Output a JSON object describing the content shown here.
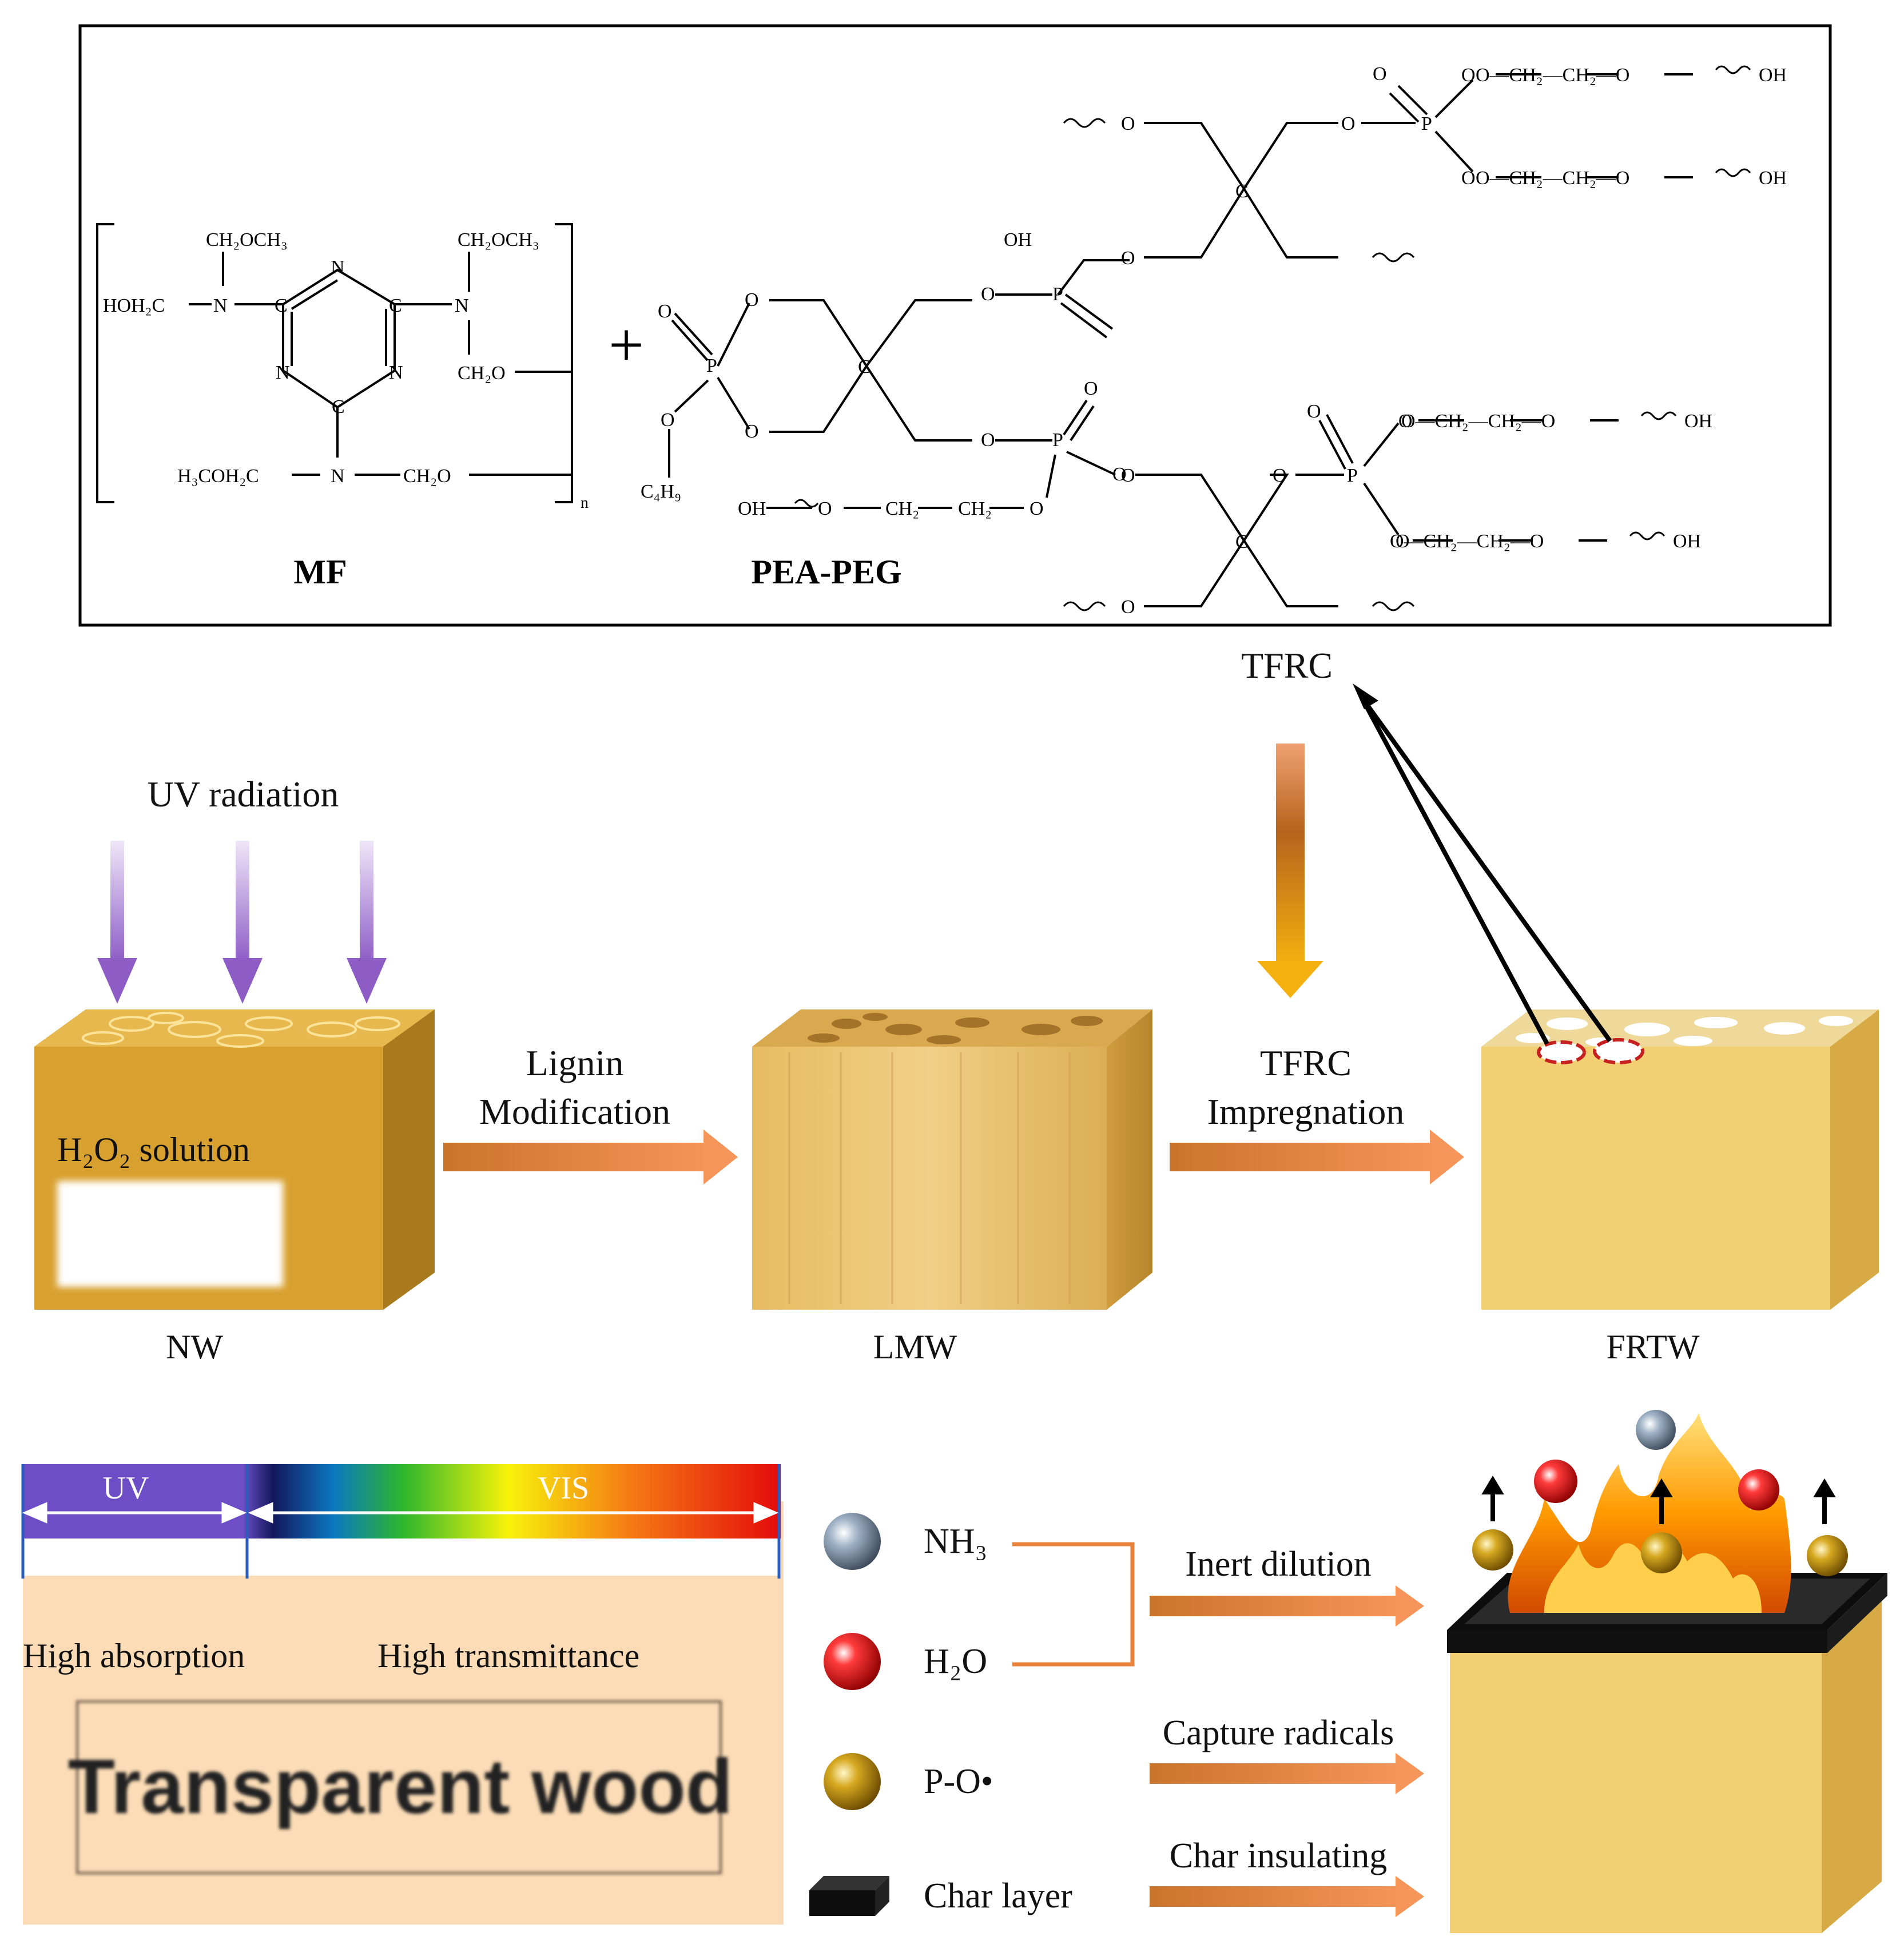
{
  "chemistry": {
    "mf": {
      "name": "MF",
      "groups": [
        "CH₂OCH₃",
        "HOH₂C",
        "N",
        "C",
        "CH₂OCH₃",
        "CH₂O",
        "H₃COH₂C",
        "CH₂O",
        "n"
      ]
    },
    "plus": "+",
    "pea_peg": {
      "name": "PEA-PEG",
      "groups": [
        "OH",
        "O",
        "P",
        "O",
        "O",
        "C",
        "C₄H₉",
        "O",
        "P",
        "O",
        "O",
        "OH",
        "O",
        "CH₂",
        "CH₂",
        "O"
      ]
    },
    "tfrc_branch_top": {
      "chain1": "O—CH₂—CH₂—O",
      "chain2": "O—CH₂—CH₂—O",
      "end": "OH",
      "atoms": [
        "O",
        "P",
        "O",
        "C",
        "O",
        "O"
      ]
    },
    "tfrc_branch_bottom": {
      "chain1": "O—CH₂—CH₂—O",
      "chain2": "O—CH₂—CH₂—O",
      "end": "OH",
      "atoms": [
        "O",
        "P",
        "O",
        "C",
        "O",
        "O"
      ]
    }
  },
  "tfrc_label": "TFRC",
  "process": {
    "uv_label": "UV radiation",
    "h2o2_label": "H₂O₂ solution",
    "step1_line1": "Lignin",
    "step1_line2": "Modification",
    "step2_line1": "TFRC",
    "step2_line2": "Impregnation",
    "blocks": [
      "NW",
      "LMW",
      "FRTW"
    ]
  },
  "spectrum": {
    "uv": "UV",
    "vis": "VIS",
    "high_absorption": "High absorption",
    "high_transmittance": "High transmittance",
    "title": "Transparent wood"
  },
  "mechanism": {
    "legend": [
      {
        "label": "NH₃",
        "color": "#7f93a8"
      },
      {
        "label": "H₂O",
        "color": "#e01818"
      },
      {
        "label": "P-O•",
        "color": "#c99a16"
      },
      {
        "label": "Char layer",
        "color": "#111111"
      }
    ],
    "actions": [
      "Inert dilution",
      "Capture radicals",
      "Char insulating"
    ]
  },
  "colors": {
    "uv_arrow": "#9b6fd0",
    "process_arrow": "#e9823a",
    "wood": "#d9a73b",
    "frame": "#000000"
  }
}
